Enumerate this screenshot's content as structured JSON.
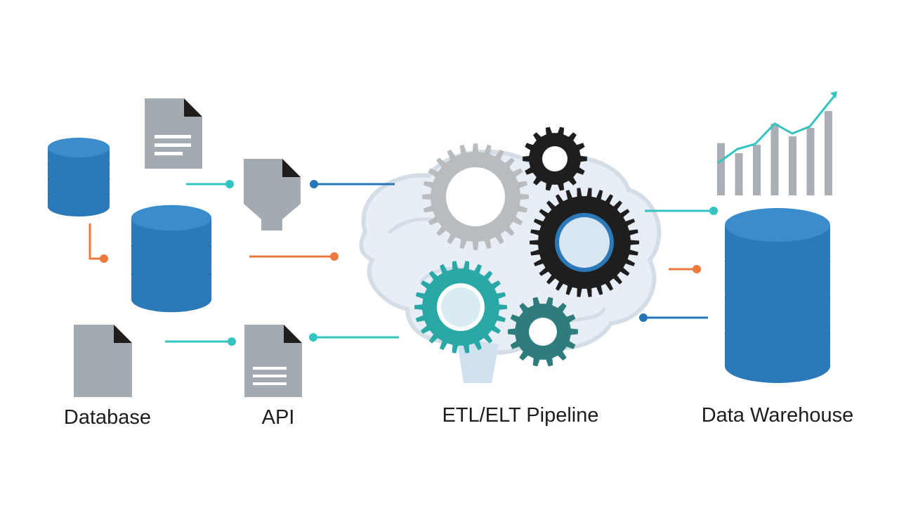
{
  "labels": {
    "database": "Database",
    "api": "API",
    "pipeline": "ETL/ELT Pipeline",
    "warehouse": "Data Warehouse"
  },
  "colors": {
    "db_blue": "#2b79b8",
    "db_dark": "#1b3550",
    "doc_gray": "#a3abb1",
    "gear_gray": "#b9bcbe",
    "gear_black": "#1e1e1e",
    "gear_teal": "#2aa8a6",
    "gear_darkteal": "#2f7c7c",
    "line_teal": "#33c3c0",
    "line_blue": "#2675b7",
    "line_orange": "#ec7a3c",
    "brain": "#e6eef4"
  },
  "icons": {
    "database": "database-cylinder-icon",
    "document": "document-icon",
    "funnel": "funnel-document-icon",
    "gear": "gear-icon",
    "brain": "brain-icon",
    "chart": "bar-chart-trend-icon"
  },
  "warehouse_chart": {
    "bars": [
      0.62,
      0.5,
      0.6,
      0.85,
      0.7,
      0.8,
      1.0
    ]
  }
}
